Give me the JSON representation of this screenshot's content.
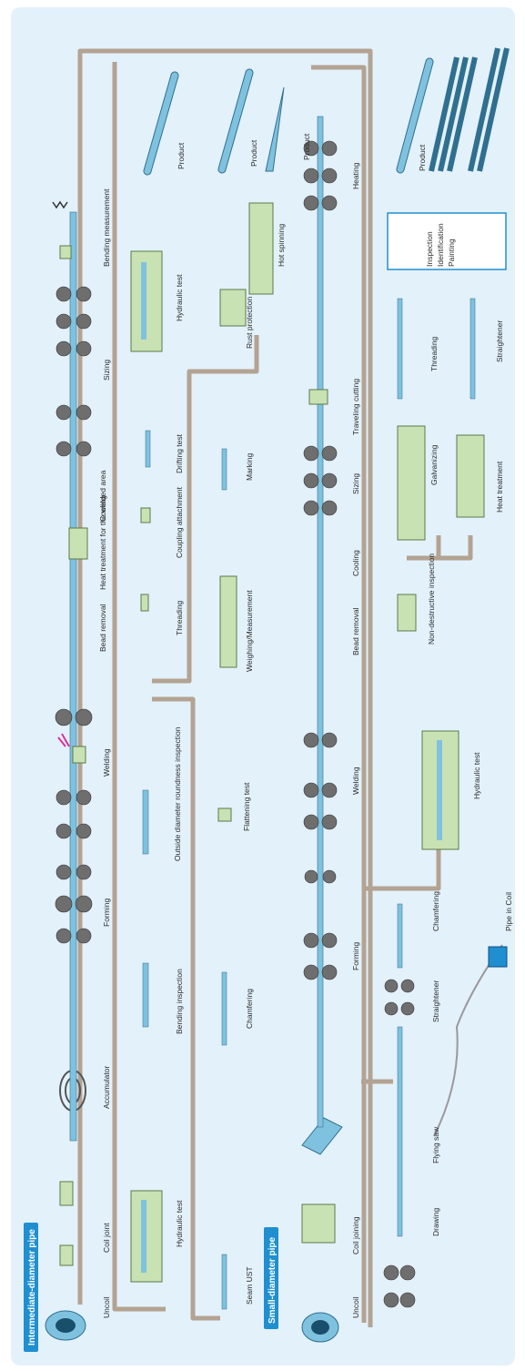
{
  "headers": {
    "intermediate": "Intermediate-diameter pipe",
    "small": "Small-diameter pipe"
  },
  "colors": {
    "background": "#e3f1fb",
    "pipe": "#7fc2df",
    "pipe_outline": "#2f6f8f",
    "roller": "#6e6e6e",
    "machine": "#c9e2b3",
    "flow_line": "#b3a392",
    "header": "#1f8fd0",
    "arrow": "#bcbcbc"
  },
  "row1": {
    "labels": {
      "uncoil": "Uncoil",
      "coil_joint": "Coil joint",
      "accumulator": "Accumulator",
      "forming": "Forming",
      "welding": "Welding",
      "bead_removal": "Bead removal",
      "heat_treatment": "Heat treatment for the welded area",
      "cooling": "Cooling",
      "sizing": "Sizing",
      "bending_measurement": "Bending measurement"
    }
  },
  "row2": {
    "labels": {
      "hydraulic_test_a": "Hydraulic test",
      "bending_inspection": "Bending inspection",
      "od_inspection": "Outside diameter roundness inspection",
      "threading": "Threading",
      "coupling": "Coupling attachment",
      "drifting": "Drifting test",
      "hydraulic_test_b": "Hydraulic test",
      "product": "Product"
    }
  },
  "row3": {
    "labels": {
      "seam_ust": "Seam UST",
      "chamfering": "Chamfering",
      "flattening": "Flattening test",
      "weighing": "Weighing/Measurement",
      "marking": "Marking",
      "rust_protection": "Rust protection",
      "hot_spinning": "Hot spinning",
      "product": "Product"
    }
  },
  "row4": {
    "labels": {
      "uncoil": "Uncoil",
      "coil_joining": "Coil joining",
      "forming": "Forming",
      "welding": "Welding",
      "bead_removal": "Bead removal",
      "cooling": "Cooling",
      "sizing": "Sizing",
      "traveling_cutting": "Traveling cutting",
      "heating": "Heating",
      "product": "Product"
    }
  },
  "row5": {
    "labels": {
      "drawing": "Drawing",
      "flying_saw": "Flying saw",
      "straightener": "Straightener",
      "chamfering": "Chamfering",
      "pipe_in_coil": "Pipe in Coil",
      "hydraulic_test": "Hydraulic test",
      "nde": "Non-destructive inspection",
      "galvanizing": "Galvanizing",
      "threading": "Threading",
      "heat_treatment": "Heat treatment",
      "straightener_b": "Straightener",
      "inspection": "Inspection",
      "identification": "Identification",
      "painting": "Painting",
      "product": "Product"
    }
  }
}
